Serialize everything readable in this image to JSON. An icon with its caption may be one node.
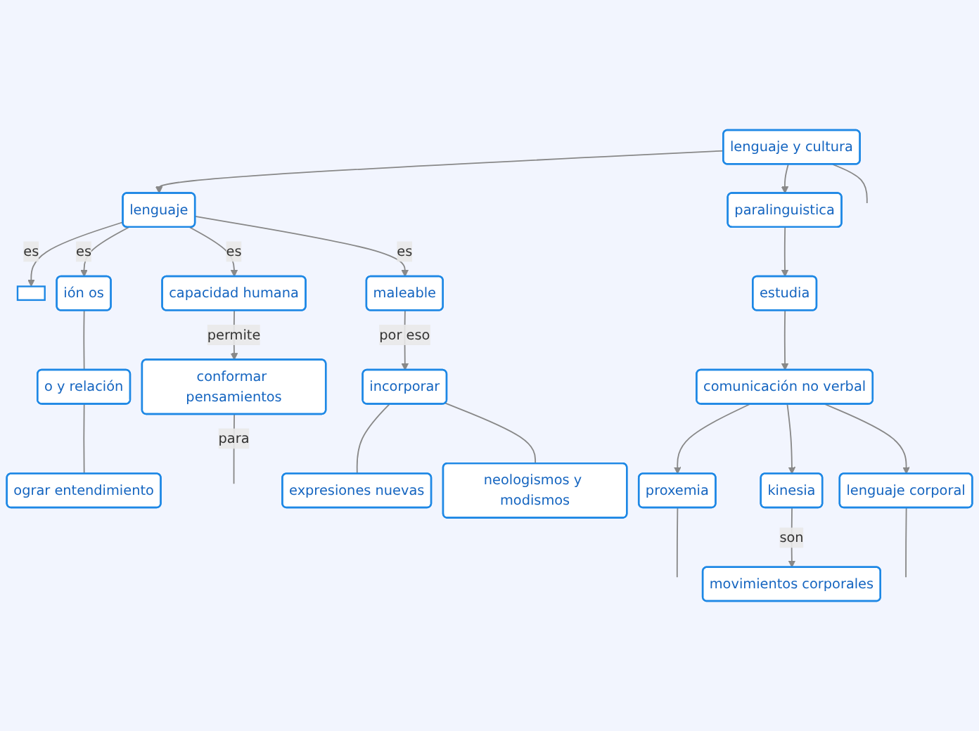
{
  "diagram": {
    "nodes": [
      {
        "text": [
          "lenguaje y cultura"
        ]
      },
      {
        "text": [
          "lenguaje"
        ]
      },
      {
        "text": [
          "paralinguistica"
        ]
      },
      {
        "text": [],
        "shape": "box"
      },
      {
        "text": [
          "ión os"
        ]
      },
      {
        "text": [
          "capacidad humana"
        ]
      },
      {
        "text": [
          "maleable"
        ]
      },
      {
        "text": [
          "conformar pensamientos"
        ]
      },
      {
        "text": [
          "incorporar"
        ]
      },
      {
        "text": [
          "expresiones nuevas"
        ]
      },
      {
        "text": [
          "neologismos y modismos"
        ]
      },
      {
        "text": [
          "o y relación"
        ]
      },
      {
        "text": [
          "ograr entendimiento"
        ]
      },
      {
        "text": [
          "estudia"
        ]
      },
      {
        "text": [
          "comunicación no verbal"
        ]
      },
      {
        "text": [
          "proxemia"
        ]
      },
      {
        "text": [
          "kinesia"
        ]
      },
      {
        "text": [
          "lenguaje corporal"
        ]
      },
      {
        "text": [
          "movimientos corporales"
        ]
      }
    ],
    "edges": [
      {
        "from": 0,
        "to": 1,
        "arrow": "to"
      },
      {
        "from": 0,
        "to": 2,
        "arrow": "to"
      },
      {
        "from": 0,
        "to": null,
        "arrow": "none"
      },
      {
        "from": 1,
        "to": 3,
        "label": "es",
        "arrow": "to"
      },
      {
        "from": 1,
        "to": 4,
        "label": "es",
        "arrow": "to"
      },
      {
        "from": 1,
        "to": 5,
        "label": "es",
        "arrow": "to"
      },
      {
        "from": 1,
        "to": 6,
        "label": "es",
        "arrow": "to"
      },
      {
        "from": 5,
        "to": 7,
        "label": "permite",
        "arrow": "to"
      },
      {
        "from": 6,
        "to": 8,
        "label": "por eso",
        "arrow": "to"
      },
      {
        "from": 8,
        "to": 9,
        "arrow": "none"
      },
      {
        "from": 8,
        "to": 10,
        "arrow": "none"
      },
      {
        "from": 4,
        "to": 11,
        "arrow": "none"
      },
      {
        "from": 11,
        "to": 12,
        "arrow": "none"
      },
      {
        "from": 7,
        "to": null,
        "label": "para",
        "arrow": "none"
      },
      {
        "from": 2,
        "to": 13,
        "arrow": "to"
      },
      {
        "from": 13,
        "to": 14,
        "arrow": "to"
      },
      {
        "from": 14,
        "to": 15,
        "arrow": "to"
      },
      {
        "from": 14,
        "to": 16,
        "arrow": "to"
      },
      {
        "from": 14,
        "to": 17,
        "arrow": "to"
      },
      {
        "from": 16,
        "to": 18,
        "label": "son",
        "arrow": "to"
      },
      {
        "from": 15,
        "to": null,
        "arrow": "none"
      },
      {
        "from": 17,
        "to": null,
        "arrow": "none"
      }
    ]
  }
}
